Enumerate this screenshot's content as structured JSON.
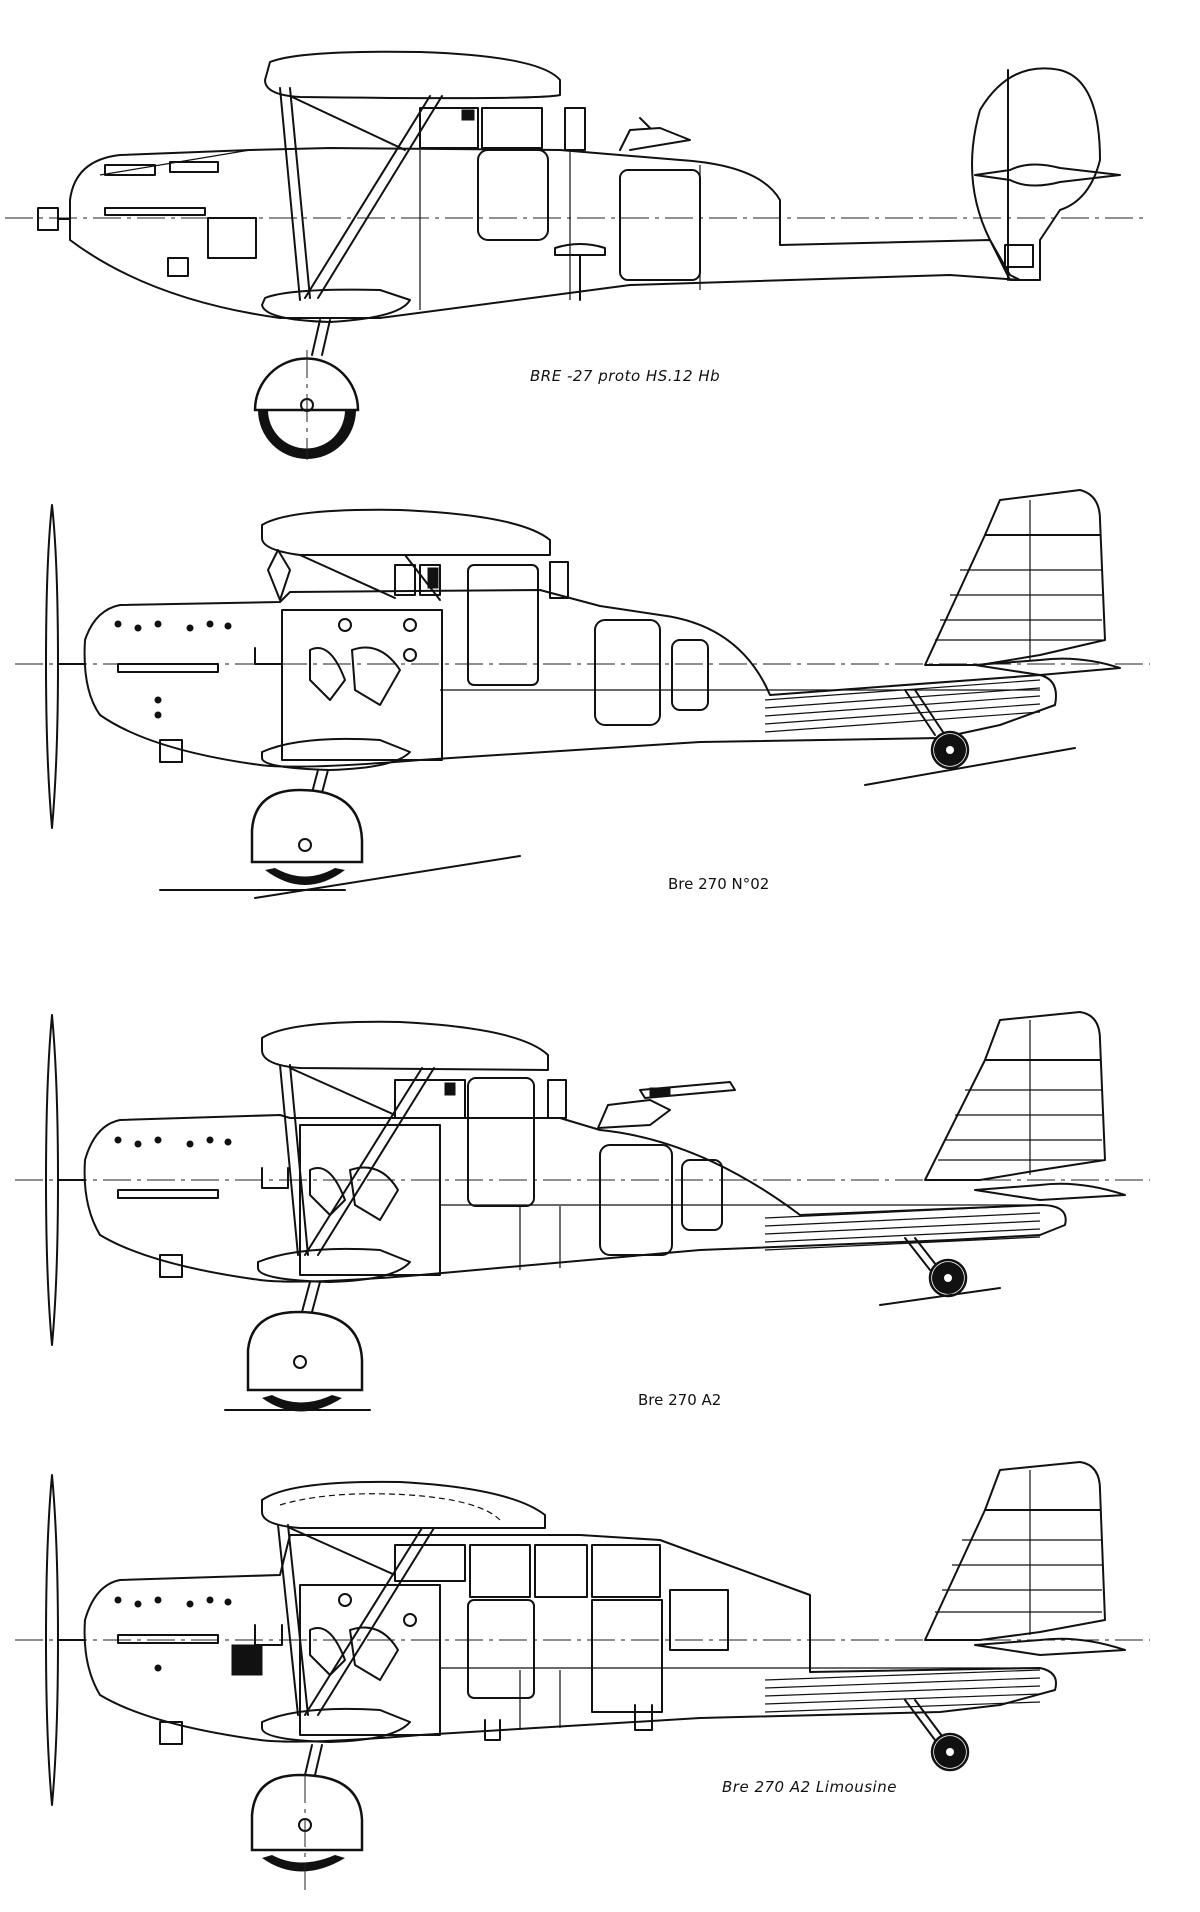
{
  "captions": {
    "proto": "BRE -27 proto  HS.12 Hb",
    "n02": "Bre 270 N°02",
    "a2": "Bre 270 A2",
    "limousine": "Bre 270 A2 Limousine"
  }
}
